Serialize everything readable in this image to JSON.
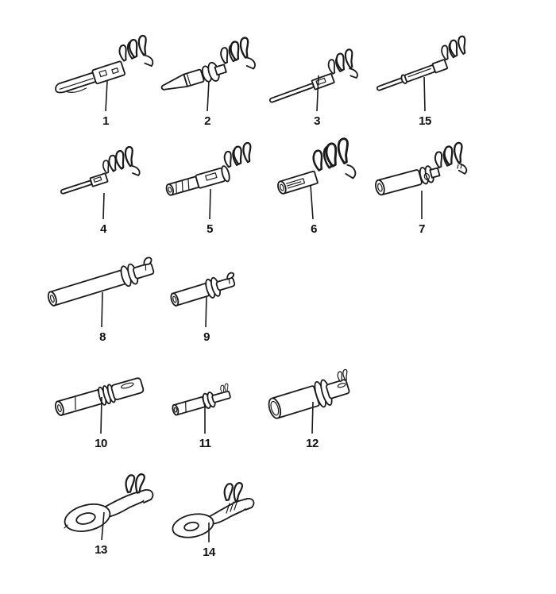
{
  "diagram": {
    "background_color": "#ffffff",
    "line_color": "#1a1a1a",
    "parts": [
      {
        "label": "1",
        "kind": "flat-blade-pin-terminal"
      },
      {
        "label": "2",
        "kind": "round-pin-terminal"
      },
      {
        "label": "3",
        "kind": "long-pin-terminal"
      },
      {
        "label": "15",
        "kind": "long-sleeved-pin-terminal"
      },
      {
        "label": "4",
        "kind": "small-pin-terminal"
      },
      {
        "label": "5",
        "kind": "pin-terminal-with-sleeve"
      },
      {
        "label": "6",
        "kind": "open-socket-terminal"
      },
      {
        "label": "7",
        "kind": "round-socket-terminal"
      },
      {
        "label": "8",
        "kind": "long-rubber-boot"
      },
      {
        "label": "9",
        "kind": "short-rubber-boot"
      },
      {
        "label": "10",
        "kind": "ribbed-connector-sleeve"
      },
      {
        "label": "11",
        "kind": "small-connector-sleeve"
      },
      {
        "label": "12",
        "kind": "large-connector-sleeve"
      },
      {
        "label": "13",
        "kind": "ring-terminal"
      },
      {
        "label": "14",
        "kind": "ring-terminal-serrated"
      }
    ]
  }
}
